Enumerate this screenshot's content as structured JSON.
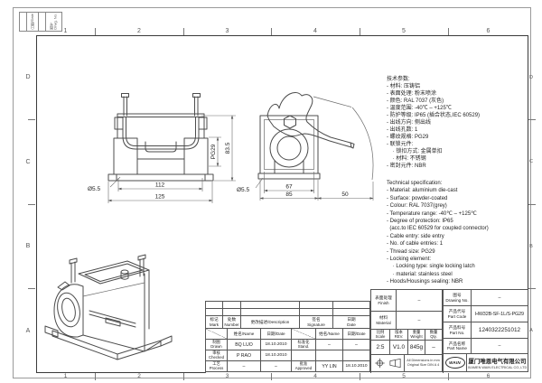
{
  "frame": {
    "zones_cols": [
      "1",
      "2",
      "3",
      "4",
      "5",
      "6"
    ],
    "zones_rows": [
      "D",
      "C",
      "B",
      "A"
    ],
    "corner": {
      "date": "日期/Date",
      "drwg": "图号\nDrwg. No."
    }
  },
  "views": {
    "front": {
      "dim_hole": "Ø5.5",
      "dim_inner_width": "112",
      "dim_overall_width": "125",
      "dim_thread": "PG29",
      "dim_height": "83.5"
    },
    "side": {
      "dim_hole": "Ø5.5",
      "dim_inner_width": "67",
      "dim_body_width": "85",
      "dim_lever_travel": "50"
    }
  },
  "specs_cn": {
    "lines": [
      "技术参数:",
      "- 材料: 压铸铝",
      "- 表面处理: 粉末喷涂",
      "- 颜色: RAL 7037 (灰色)",
      "- 温度范围: -40℃ – +125℃",
      "- 防护等级: IP65 (插合状态,IEC 60529)",
      "- 出线方向: 侧出线",
      "- 出线孔数: 1",
      "- 螺纹规格: PG29",
      "- 联锁元件:",
      "    · 锁扣方式: 金属单扣",
      "    · 材料: 不锈钢",
      "- 密封元件: NBR"
    ]
  },
  "specs_en": {
    "lines": [
      "Technical specification:",
      "- Material: aluminium die-cast",
      "- Surface: powder-coated",
      "- Colour: RAL 7037(grey)",
      "- Temperature range: -40℃ – +125℃",
      "- Degree of protection: IP65",
      "  (acc.to IEC 60529 for coupled connector)",
      "- Cable entry: side entry",
      "- No. of cable entries: 1",
      "- Thread size: PG29",
      "- Locking element:",
      "    · Locking type: single locking latch",
      "    · material: stainless steel",
      "- Hoods/Housings sealing: NBR"
    ]
  },
  "title_block": {
    "revision_header": {
      "mark": "标记\nMark",
      "number": "处数\nNumber",
      "description": "更改描述/Description",
      "signature": "签名\nSignature",
      "date": "日期\nDate"
    },
    "sub_header": {
      "name": "姓名/Name",
      "date": "日期/Date"
    },
    "signatures": {
      "drawn": {
        "role": "制图\nDrawn",
        "name": "BQ LUO",
        "date": "18.10.2010"
      },
      "checked": {
        "role": "审核\nChecked",
        "name": "P RAO",
        "date": "18.10.2010"
      },
      "process": {
        "role": "工艺\nProcess",
        "name": "–",
        "date": "–"
      },
      "standard": {
        "role": "标准化\nStand.",
        "name": "–",
        "date": "–"
      },
      "approved": {
        "role": "批准\nApproved",
        "name": "YY LIN",
        "date": "18.10.2010"
      }
    },
    "finish": {
      "label": "表面处理\nFinish",
      "value": "–"
    },
    "material": {
      "label": "材料\nMaterial",
      "value": "–"
    },
    "scale": {
      "label": "比例\nScale",
      "value": "2:5"
    },
    "rev": {
      "label": "版本\nREV.",
      "value": "V1.0"
    },
    "weight": {
      "label": "重量\nWeight",
      "value": "845g"
    },
    "qty": {
      "label": "数量\nQty.",
      "value": "–"
    },
    "note": "All Dimensions in mm\nOriginal Size DIN A 4",
    "symbols": [
      "first-angle-projection",
      "frustum"
    ],
    "drawing_no": {
      "label": "图号\nDrawing No.",
      "value": "–"
    },
    "part_code": {
      "label": "产品代号\nPart Code",
      "value": "HW32B-SF-1L/S-PG29"
    },
    "part_no": {
      "label": "产品料号\nPart No.",
      "value": "1240322251012"
    },
    "part_name": {
      "label": "产品名称\nPart Name",
      "value": "–"
    },
    "company": {
      "logo": "WAIN",
      "name_cn": "厦门唯恩电气有限公司",
      "name_en": "XIAMEN WAIN ELECTRICAL CO.,LTD"
    }
  }
}
